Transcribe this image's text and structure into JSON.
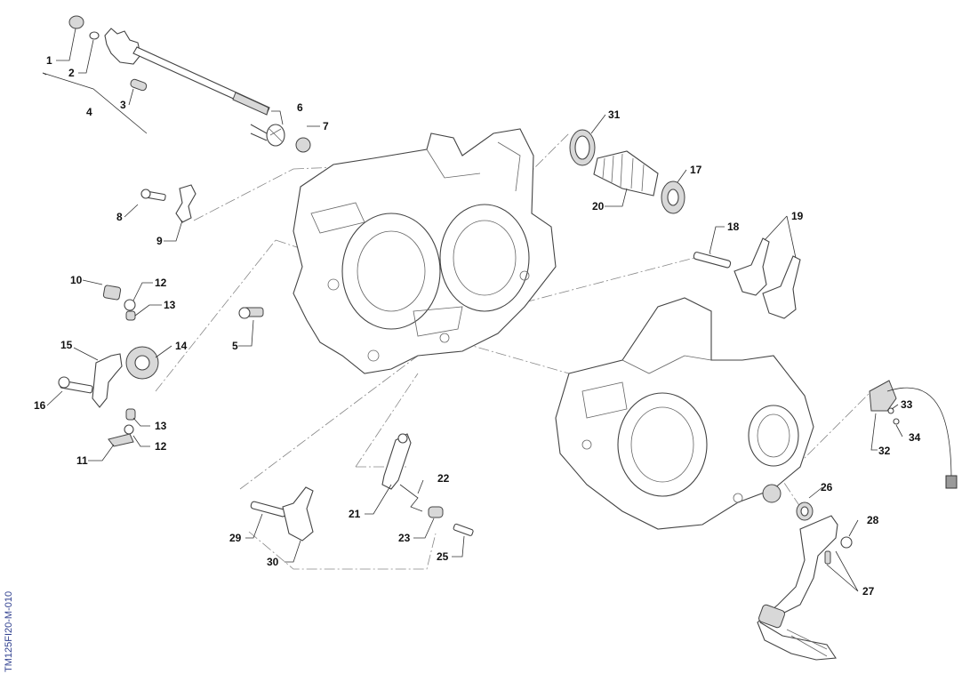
{
  "doc_code": "TM125FI20-M-010",
  "callouts": {
    "c1": "1",
    "c2": "2",
    "c3": "3",
    "c4": "4",
    "c5": "5",
    "c6": "6",
    "c7": "7",
    "c8": "8",
    "c9": "9",
    "c10": "10",
    "c11": "11",
    "c12a": "12",
    "c12b": "12",
    "c13a": "13",
    "c13b": "13",
    "c14": "14",
    "c15": "15",
    "c16": "16",
    "c17": "17",
    "c18": "18",
    "c19": "19",
    "c20": "20",
    "c21": "21",
    "c22": "22",
    "c23": "23",
    "c24": "25",
    "c26": "26",
    "c27": "27",
    "c28": "28",
    "c29": "29",
    "c30": "30",
    "c31": "31",
    "c32": "32",
    "c33": "33",
    "c34": "34"
  }
}
